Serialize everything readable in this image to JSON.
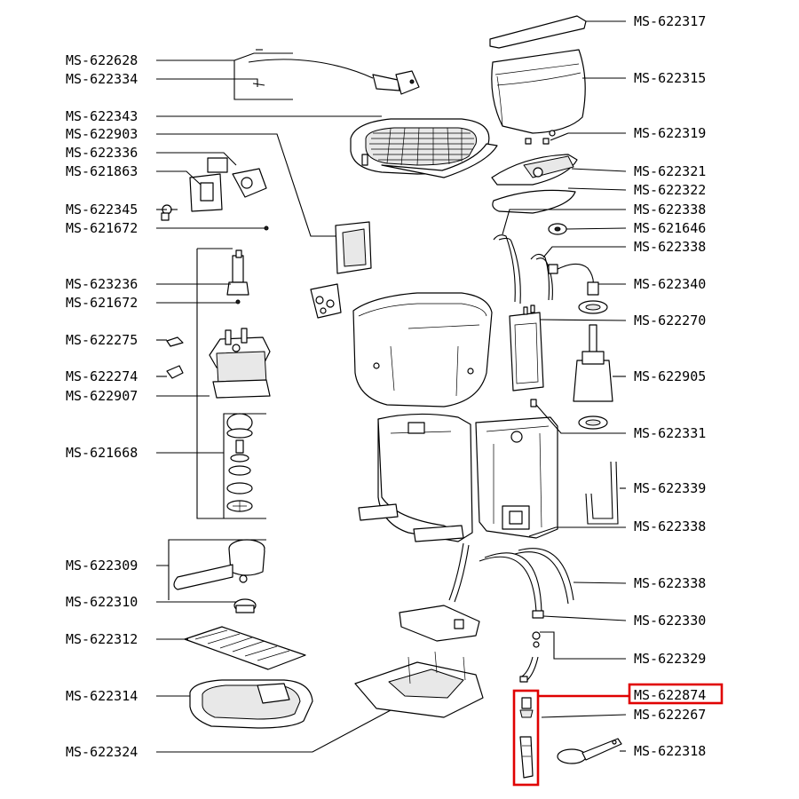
{
  "diagram": {
    "highlight_color": "#e00000",
    "highlighted_label": "MS-622874",
    "labels": [
      "MS-622628",
      "MS-622334",
      "MS-622343",
      "MS-622903",
      "MS-622336",
      "MS-621863",
      "MS-622345",
      "MS-621672",
      "MS-623236",
      "MS-621672",
      "MS-622275",
      "MS-622274",
      "MS-622907",
      "MS-621668",
      "MS-622309",
      "MS-622310",
      "MS-622312",
      "MS-622314",
      "MS-622324",
      "MS-622317",
      "MS-622315",
      "MS-622319",
      "MS-622321",
      "MS-622322",
      "MS-622338",
      "MS-621646",
      "MS-622338",
      "MS-622340",
      "MS-622270",
      "MS-622905",
      "MS-622331",
      "MS-622339",
      "MS-622338",
      "MS-622338",
      "MS-622330",
      "MS-622329",
      "MS-622874",
      "MS-622267",
      "MS-622318"
    ]
  }
}
